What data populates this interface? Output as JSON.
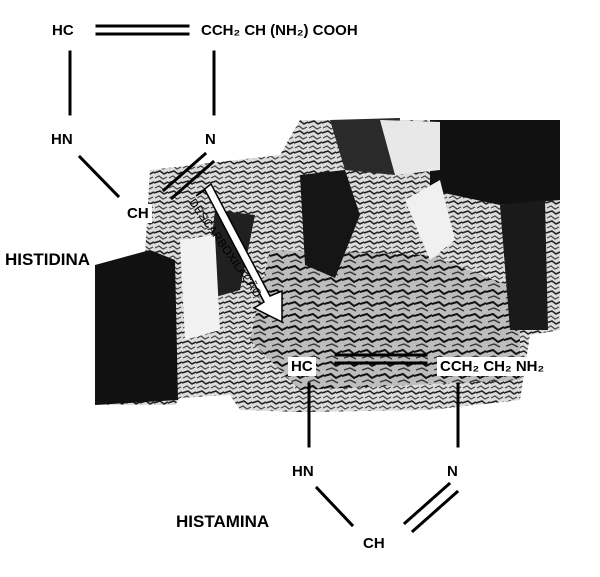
{
  "histidina": {
    "name": "HISTIDINA",
    "atoms": {
      "hc": "HC",
      "chain": "CCH₂ CH (NH₂) COOH",
      "hn": "HN",
      "n": "N",
      "ch": "CH"
    }
  },
  "reaction": {
    "label": "DESCARBOXILAÇÃO"
  },
  "histamina": {
    "name": "HISTAMINA",
    "atoms": {
      "hc": "HC",
      "chain": "CCH₂ CH₂ NH₂",
      "hn": "HN",
      "n": "N",
      "ch": "CH"
    }
  },
  "colors": {
    "ink": "#000000",
    "paper": "#ffffff",
    "photo_dark": "#111111",
    "photo_mid": "#3a3a3a",
    "photo_light": "#d8d8d8"
  }
}
